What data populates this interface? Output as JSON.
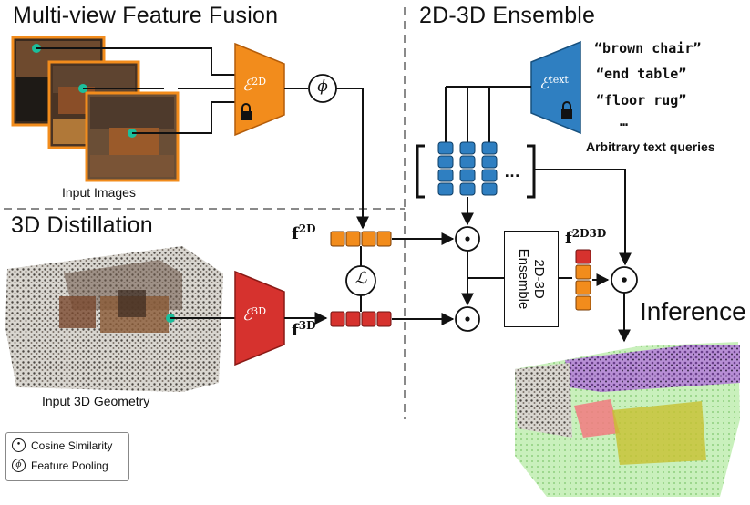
{
  "sections": {
    "multiview_title": "Multi-view Feature Fusion",
    "ensemble_title": "2D-3D Ensemble",
    "distillation_title": "3D Distillation"
  },
  "captions": {
    "input_images": "Input Images",
    "input_geometry": "Input 3D Geometry",
    "inference": "Inference"
  },
  "encoders": {
    "enc2d": "ℰ",
    "enc2d_sup": "2D",
    "enc3d": "ℰ",
    "enc3d_sup": "3D",
    "enctext": "ℰ",
    "enctext_sup": "text"
  },
  "features": {
    "f2d": "f",
    "f2d_sup": "2D",
    "f3d": "f",
    "f3d_sup": "3D",
    "f2d3d": "f",
    "f2d3d_sup": "2D3D"
  },
  "symbols": {
    "phi": "ϕ",
    "loss": "ℒ",
    "dots": "…"
  },
  "ensemble_block": {
    "line1": "2D-3D",
    "line2": "Ensemble"
  },
  "text_queries": {
    "items": [
      "“brown chair”",
      "“end table”",
      "“floor rug”"
    ],
    "ellipsis": "…",
    "caption": "Arbitrary text queries"
  },
  "legend": {
    "cosine": "Cosine Similarity",
    "pooling": "Feature Pooling"
  },
  "colors": {
    "orange": "#f28c1c",
    "red": "#d6322e",
    "blue": "#2f7fc1",
    "teal": "#1bbf9c",
    "purple": "#9b5fc0",
    "green": "#8fdc7a",
    "olive": "#c8c030",
    "pink": "#f27a80"
  }
}
